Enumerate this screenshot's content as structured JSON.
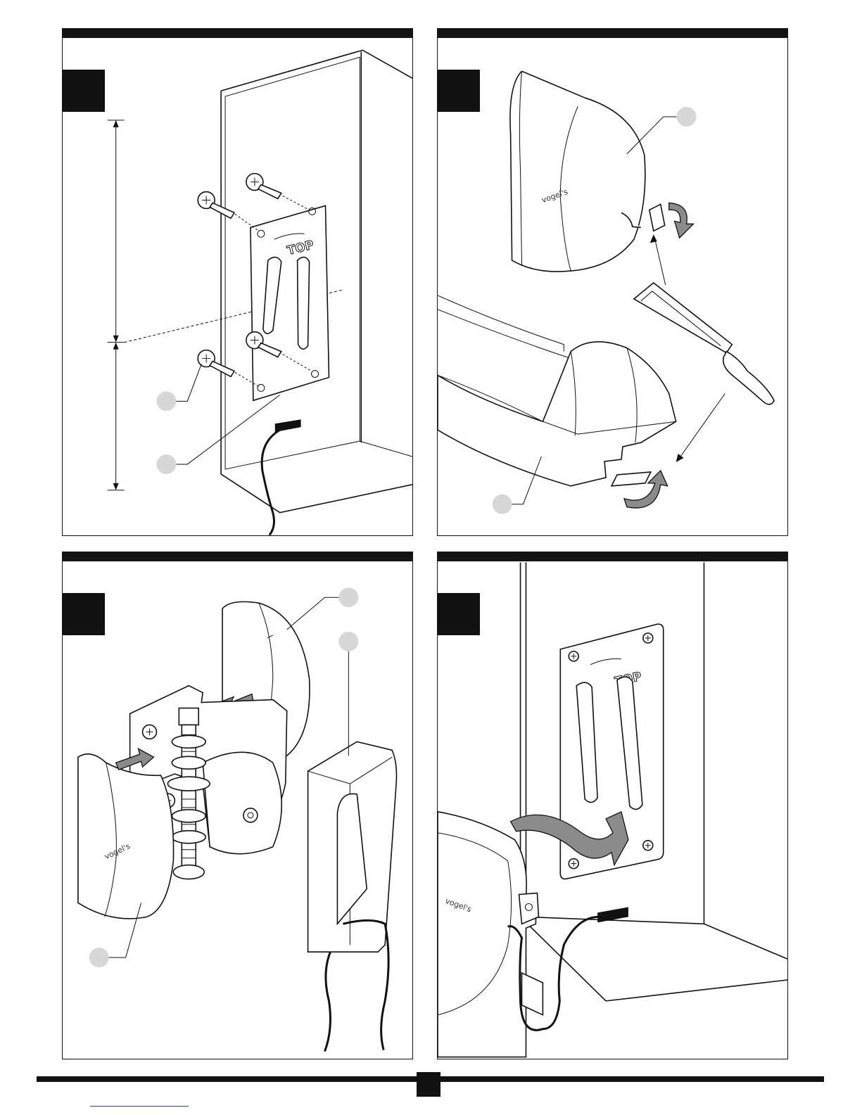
{
  "document": {
    "type": "installation-instructions",
    "panels": [
      {
        "id": 1,
        "plate_label": "TOP",
        "elements": [
          "wall-plate",
          "screw",
          "screw",
          "screw",
          "screw",
          "cable-port",
          "cable"
        ]
      },
      {
        "id": 2,
        "brand_text": "vogel's",
        "elements": [
          "cover-half",
          "knockout",
          "base-cover",
          "hacksaw"
        ]
      },
      {
        "id": 3,
        "brand_text": "vogel's",
        "elements": [
          "cover-half",
          "cover-half",
          "swivel-bracket",
          "bolt",
          "base-cover",
          "cable"
        ]
      },
      {
        "id": 4,
        "plate_label": "TOP",
        "brand_text": "vogel's",
        "elements": [
          "wall-plate",
          "cable-port",
          "cable",
          "bracket"
        ]
      }
    ]
  },
  "colors": {
    "ink": "#111111",
    "callout": "#d7d7d7",
    "arrow_fill": "#8b8b8b",
    "link": "#1d45c7"
  }
}
